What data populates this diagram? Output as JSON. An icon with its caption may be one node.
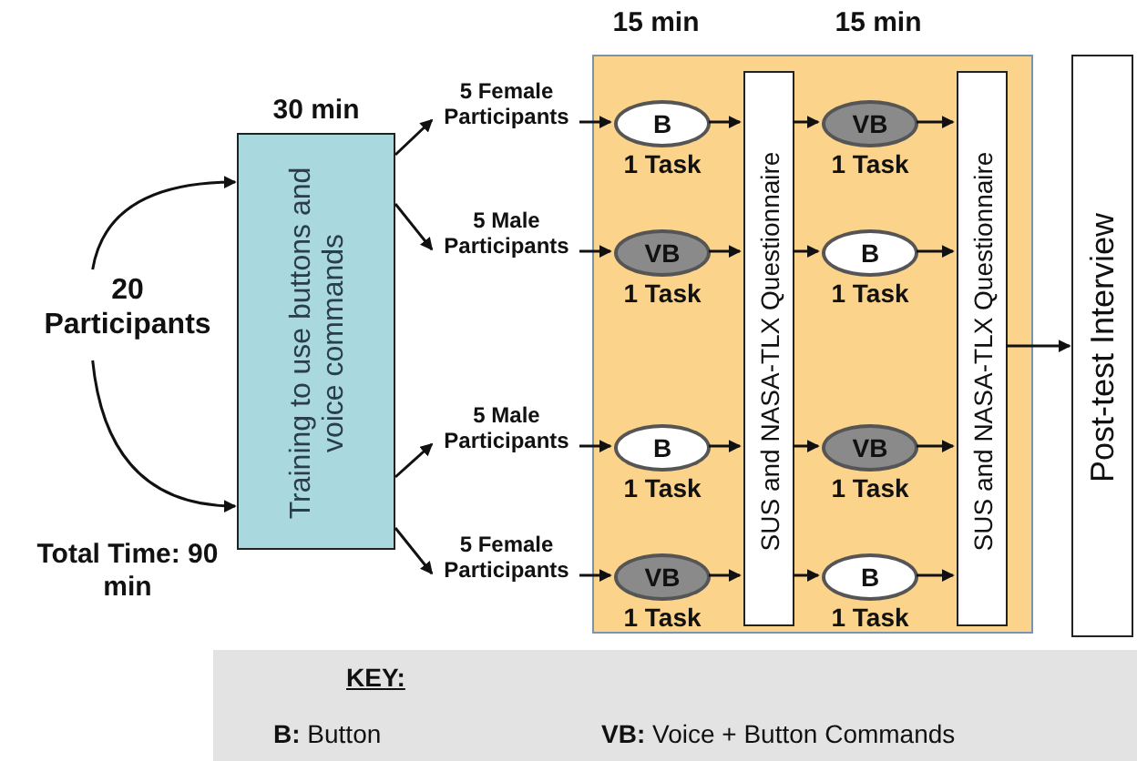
{
  "diagram": {
    "nodes": [
      {
        "text": [
          "20 Participants"
        ]
      },
      {
        "text": [
          "Training to use buttons and voice commands"
        ],
        "beside": [
          "30 min"
        ]
      },
      {
        "text": [
          "5 Female Participants"
        ]
      },
      {
        "text": [
          "5 Male Participants"
        ]
      },
      {
        "text": [
          "5 Male Participants"
        ]
      },
      {
        "text": [
          "5 Female Participants"
        ]
      },
      {
        "text": [],
        "shape": "box",
        "beside": [
          "15 min",
          "15 min"
        ]
      },
      {
        "text": [
          "B"
        ],
        "in": 6,
        "beside": [
          "1 Task"
        ]
      },
      {
        "text": [
          "VB"
        ],
        "in": 6,
        "beside": [
          "1 Task"
        ]
      },
      {
        "text": [
          "B"
        ],
        "in": 6,
        "beside": [
          "1 Task"
        ]
      },
      {
        "text": [
          "VB"
        ],
        "in": 6,
        "beside": [
          "1 Task"
        ]
      },
      {
        "text": [
          "SUS and NASA-TLX Questionnaire"
        ],
        "in": 6
      },
      {
        "text": [
          "VB"
        ],
        "in": 6,
        "beside": [
          "1 Task"
        ]
      },
      {
        "text": [
          "B"
        ],
        "in": 6,
        "beside": [
          "1 Task"
        ]
      },
      {
        "text": [
          "VB"
        ],
        "in": 6,
        "beside": [
          "1 Task"
        ]
      },
      {
        "text": [
          "B"
        ],
        "in": 6,
        "beside": [
          "1 Task"
        ]
      },
      {
        "text": [
          "SUS and NASA-TLX Questionnaire"
        ],
        "in": 6
      },
      {
        "text": [
          "Post-test Interview"
        ]
      }
    ],
    "edges": [
      {
        "from": 0,
        "to": 1,
        "arrow": "to"
      },
      {
        "from": 0,
        "to": 1,
        "arrow": "to"
      },
      {
        "from": 1,
        "to": 2,
        "arrow": "to"
      },
      {
        "from": 1,
        "to": 3,
        "arrow": "to"
      },
      {
        "from": 1,
        "to": 4,
        "arrow": "to"
      },
      {
        "from": 1,
        "to": 5,
        "arrow": "to"
      },
      {
        "from": 2,
        "to": 7,
        "arrow": "to"
      },
      {
        "from": 3,
        "to": 8,
        "arrow": "to"
      },
      {
        "from": 4,
        "to": 9,
        "arrow": "to"
      },
      {
        "from": 5,
        "to": 10,
        "arrow": "to"
      },
      {
        "from": 7,
        "to": 11,
        "arrow": "to"
      },
      {
        "from": 8,
        "to": 11,
        "arrow": "to"
      },
      {
        "from": 9,
        "to": 11,
        "arrow": "to"
      },
      {
        "from": 10,
        "to": 11,
        "arrow": "to"
      },
      {
        "from": 11,
        "to": 12,
        "arrow": "to"
      },
      {
        "from": 11,
        "to": 13,
        "arrow": "to"
      },
      {
        "from": 11,
        "to": 14,
        "arrow": "to"
      },
      {
        "from": 11,
        "to": 15,
        "arrow": "to"
      },
      {
        "from": 12,
        "to": 16,
        "arrow": "to"
      },
      {
        "from": 13,
        "to": 16,
        "arrow": "to"
      },
      {
        "from": 14,
        "to": 16,
        "arrow": "to"
      },
      {
        "from": 15,
        "to": 16,
        "arrow": "to"
      },
      {
        "from": 16,
        "to": 17,
        "arrow": "to"
      }
    ],
    "labels": [
      "Total Time: 90 min",
      "KEY:",
      "**B:** Button",
      "**VB:** Voice + Button Commands"
    ]
  }
}
